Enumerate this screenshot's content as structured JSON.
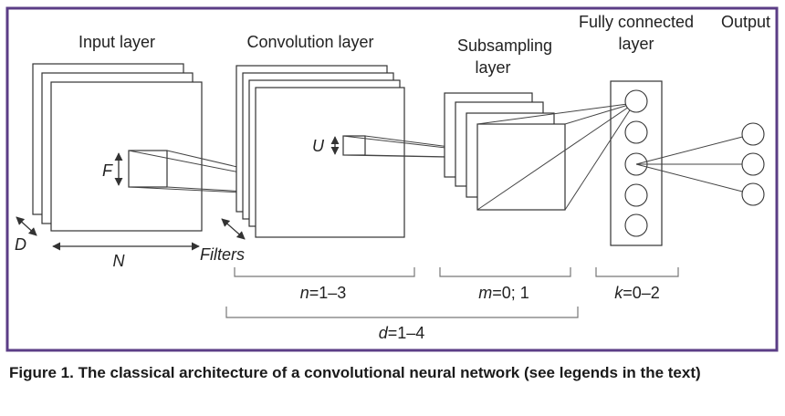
{
  "labels": {
    "input_layer": "Input layer",
    "convolution_layer": "Convolution layer",
    "subsampling_line1": "Subsampling",
    "subsampling_line2": "layer",
    "fully_connected_line1": "Fully connected",
    "fully_connected_line2": "layer",
    "output": "Output"
  },
  "symbols": {
    "F": "F",
    "U": "U",
    "D": "D",
    "N": "N",
    "filters": "Filters"
  },
  "ranges": {
    "n_var": "n",
    "n_val": "=1–3",
    "m_var": "m",
    "m_val": "=0; 1",
    "k_var": "k",
    "k_val": "=0–2",
    "d_var": "d",
    "d_val": "=1–4"
  },
  "caption": "Figure 1. The classical architecture of a convolutional neural network (see legends in the text)",
  "colors": {
    "frame_border": "#5b3d86"
  }
}
